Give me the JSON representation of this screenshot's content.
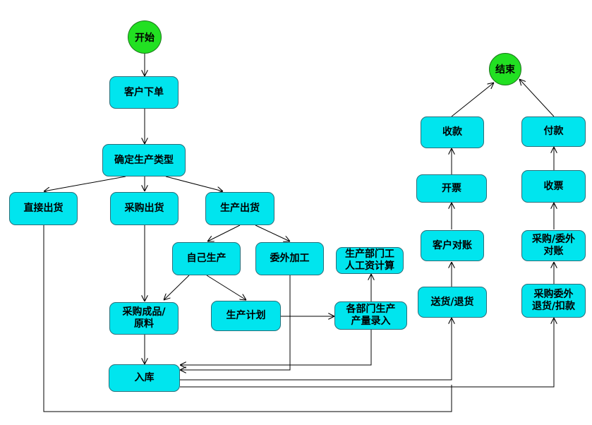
{
  "start": "开始",
  "end": "结束",
  "nodes": {
    "customer_order": "客户下单",
    "confirm_type": "确定生产类型",
    "direct_ship": "直接出货",
    "purchase_ship": "采购出货",
    "production_ship": "生产出货",
    "self_produce": "自己生产",
    "outsource": "委外加工",
    "purchase_material": "采购成品/\n原料",
    "production_plan": "生产计划",
    "dept_output": "各部门生产\n产量录入",
    "dept_wage": "生产部门工\n人工资计算",
    "warehouse_in": "入库",
    "deliver_return": "送货/退货",
    "customer_reconcile": "客户对账",
    "invoice": "开票",
    "collect_payment": "收款",
    "purchase_return": "采购委外\n退货/扣款",
    "purchase_reconcile": "采购/委外\n对账",
    "receive_invoice": "收票",
    "pay": "付款"
  }
}
